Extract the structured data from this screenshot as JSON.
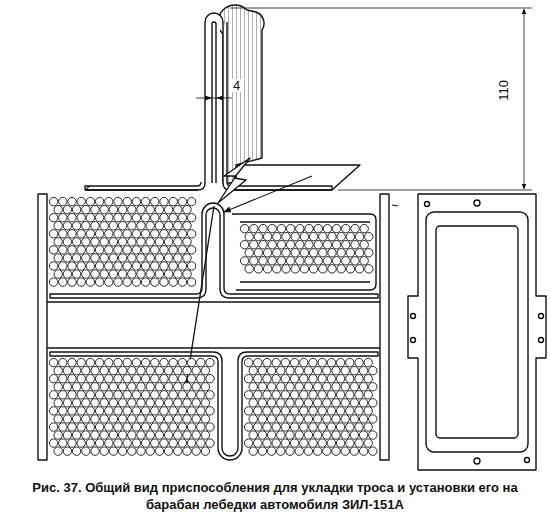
{
  "diagram": {
    "caption": "Рис. 37. Общий вид приспособления для укладки троса и установки его на барабан лебедки автомобиля ЗИЛ-151А",
    "labels": [
      "4",
      "110"
    ]
  }
}
